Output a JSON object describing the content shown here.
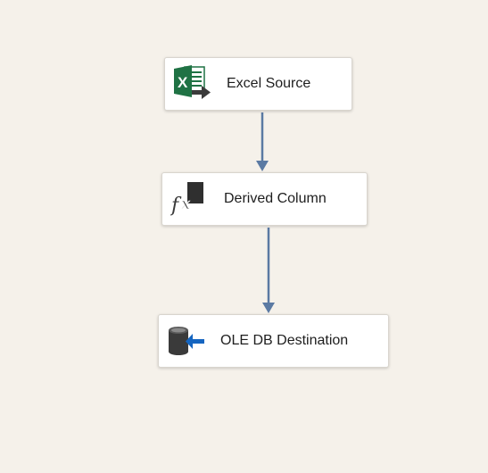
{
  "canvas": {
    "background": "#f5f1ea",
    "connector_color": "#5b7aa3"
  },
  "components": [
    {
      "label": "Excel Source",
      "icon": "excel-source-icon"
    },
    {
      "label": "Derived Column",
      "icon": "derived-column-fx-icon"
    },
    {
      "label": "OLE DB Destination",
      "icon": "ole-db-destination-icon"
    }
  ],
  "connections": [
    {
      "from": "Excel Source",
      "to": "Derived Column"
    },
    {
      "from": "Derived Column",
      "to": "OLE DB Destination"
    }
  ]
}
